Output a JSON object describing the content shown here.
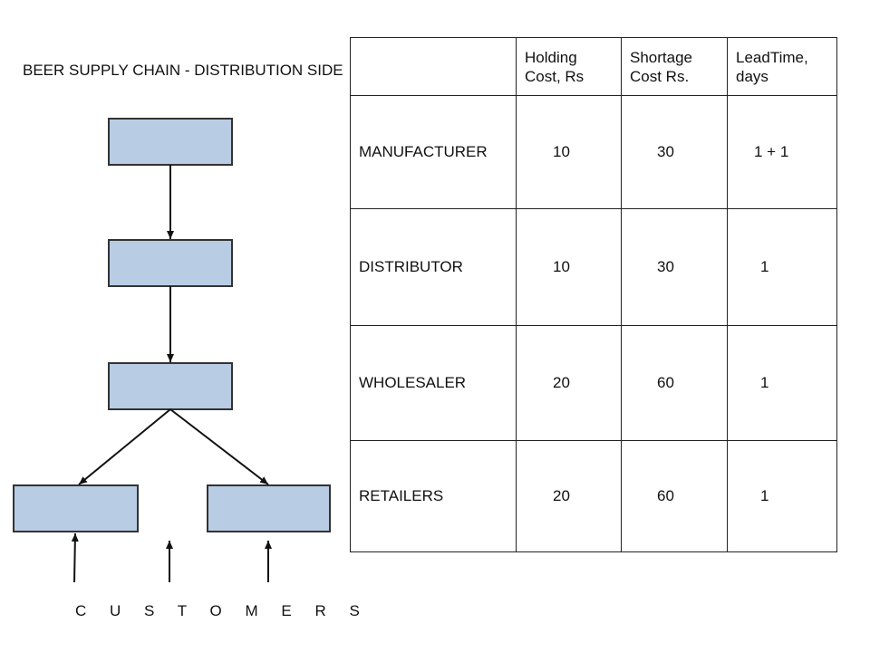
{
  "diagram": {
    "title": "BEER SUPPLY CHAIN - DISTRIBUTION SIDE",
    "box_fill": "#b8cce4",
    "box_stroke": "#333333",
    "bottom_label": "C U S T O M E R S"
  },
  "table": {
    "headers": [
      "",
      "Holding\nCost, Rs",
      "Shortage\nCost Rs.",
      "LeadTime,\ndays"
    ],
    "rows": [
      {
        "entity": "MANUFACTURER",
        "holding": "10",
        "shortage": "30",
        "lead_time": "1 + 1"
      },
      {
        "entity": "DISTRIBUTOR",
        "holding": "10",
        "shortage": "30",
        "lead_time": "1"
      },
      {
        "entity": "WHOLESALER",
        "holding": "20",
        "shortage": "60",
        "lead_time": "1"
      },
      {
        "entity": "RETAILERS",
        "holding": "20",
        "shortage": "60",
        "lead_time": "1"
      }
    ]
  }
}
